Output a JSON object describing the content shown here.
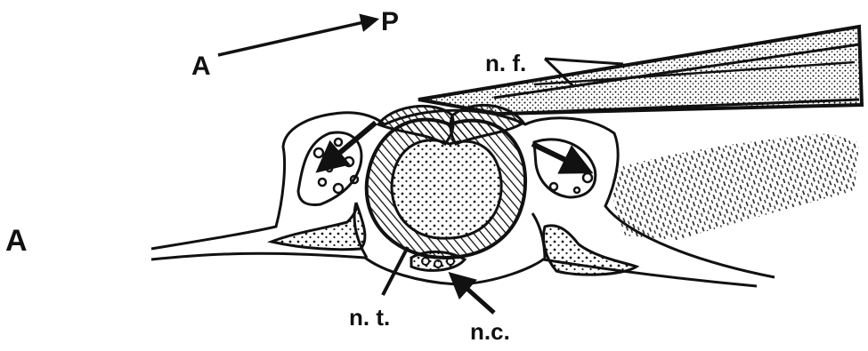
{
  "panel_label": "A",
  "orientation": {
    "anterior": "A",
    "posterior": "P"
  },
  "labels": {
    "nf": "n. f.",
    "nt": "n. t.",
    "nc": "n.c."
  },
  "colors": {
    "ink": "#111111",
    "paper": "#ffffff"
  }
}
